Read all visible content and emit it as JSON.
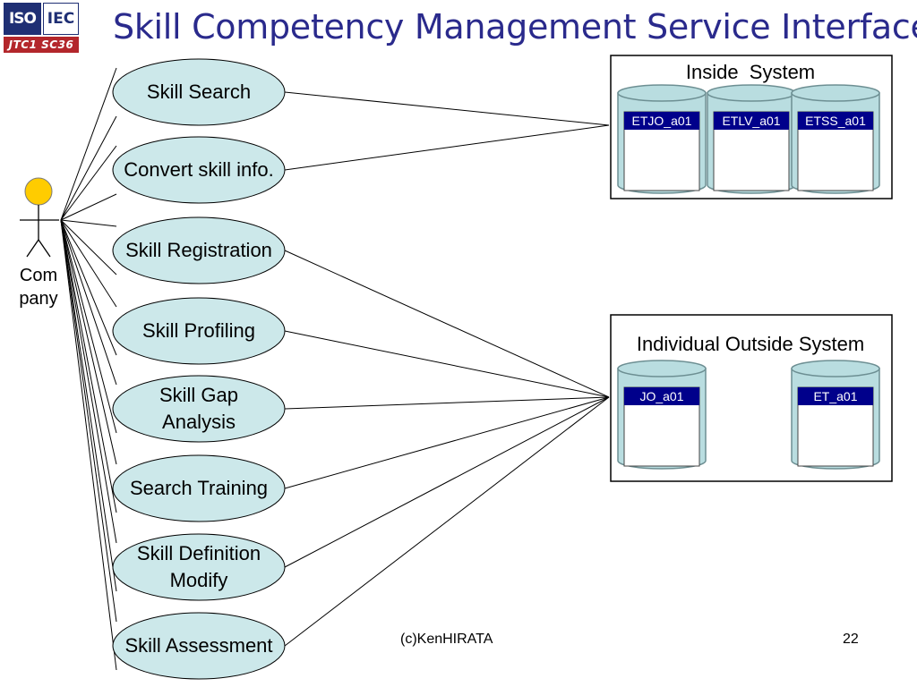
{
  "title": "Skill Competency Management Service Interface",
  "logo": {
    "iso": "ISO",
    "iec": "IEC",
    "jtc": "JTC1 SC36"
  },
  "actor": {
    "label_line1": "Com",
    "label_line2": "pany"
  },
  "use_cases": [
    {
      "lines": [
        "Skill Search"
      ]
    },
    {
      "lines": [
        "Convert skill info."
      ]
    },
    {
      "lines": [
        "Skill Registration"
      ]
    },
    {
      "lines": [
        "Skill Profiling"
      ]
    },
    {
      "lines": [
        "Skill Gap",
        "Analysis"
      ]
    },
    {
      "lines": [
        "Search Training"
      ]
    },
    {
      "lines": [
        "Skill Definition",
        "Modify"
      ]
    },
    {
      "lines": [
        "Skill Assessment"
      ]
    }
  ],
  "inside_system": {
    "title": "Inside  System",
    "databases": [
      "ETJO_a01",
      "ETLV_a01",
      "ETSS_a01"
    ]
  },
  "outside_system": {
    "title": "Individual Outside System",
    "databases": [
      "JO_a01",
      "ET_a01"
    ]
  },
  "footer": {
    "credit": "(c)KenHIRATA",
    "page": "22"
  },
  "colors": {
    "ellipse_fill": "#cce8ea",
    "cylinder_fill": "#b9dde0",
    "header_fill": "#00008b",
    "actor_head": "#ffcc00",
    "title_color": "#2a2a8c"
  }
}
